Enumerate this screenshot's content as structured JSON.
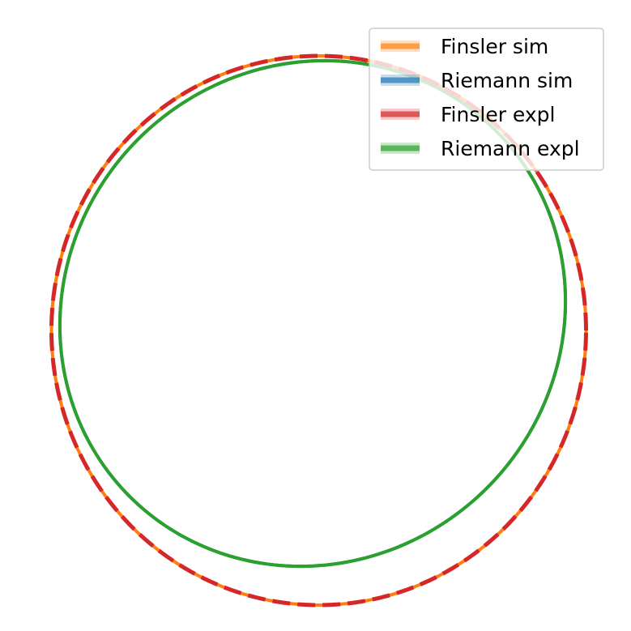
{
  "chart_data": {
    "type": "line",
    "title": "",
    "xlabel": "",
    "ylabel": "",
    "axes_visible": false,
    "grid": false,
    "legend_placement": "top-right",
    "series": [
      {
        "name": "Finsler sim",
        "color": "#ff7f0e",
        "linestyle": "solid",
        "shape": "ellipse",
        "center": [
          0.05,
          -0.14
        ],
        "semi_axes": [
          2.2,
          2.26
        ],
        "rotation_deg": 0
      },
      {
        "name": "Riemann sim",
        "color": "#1f77b4",
        "linestyle": "solid",
        "shape": "ellipse",
        "center": [
          0.0,
          0.0
        ],
        "semi_axes": [
          2.13,
          2.03
        ],
        "rotation_deg": 45
      },
      {
        "name": "Finsler expl",
        "color": "#d62728",
        "linestyle": "dashed",
        "shape": "ellipse",
        "center": [
          0.05,
          -0.14
        ],
        "semi_axes": [
          2.2,
          2.26
        ],
        "rotation_deg": 0
      },
      {
        "name": "Riemann expl",
        "color": "#2ca02c",
        "linestyle": "solid",
        "shape": "ellipse",
        "center": [
          0.0,
          0.0
        ],
        "semi_axes": [
          2.13,
          2.03
        ],
        "rotation_deg": 45
      }
    ]
  }
}
